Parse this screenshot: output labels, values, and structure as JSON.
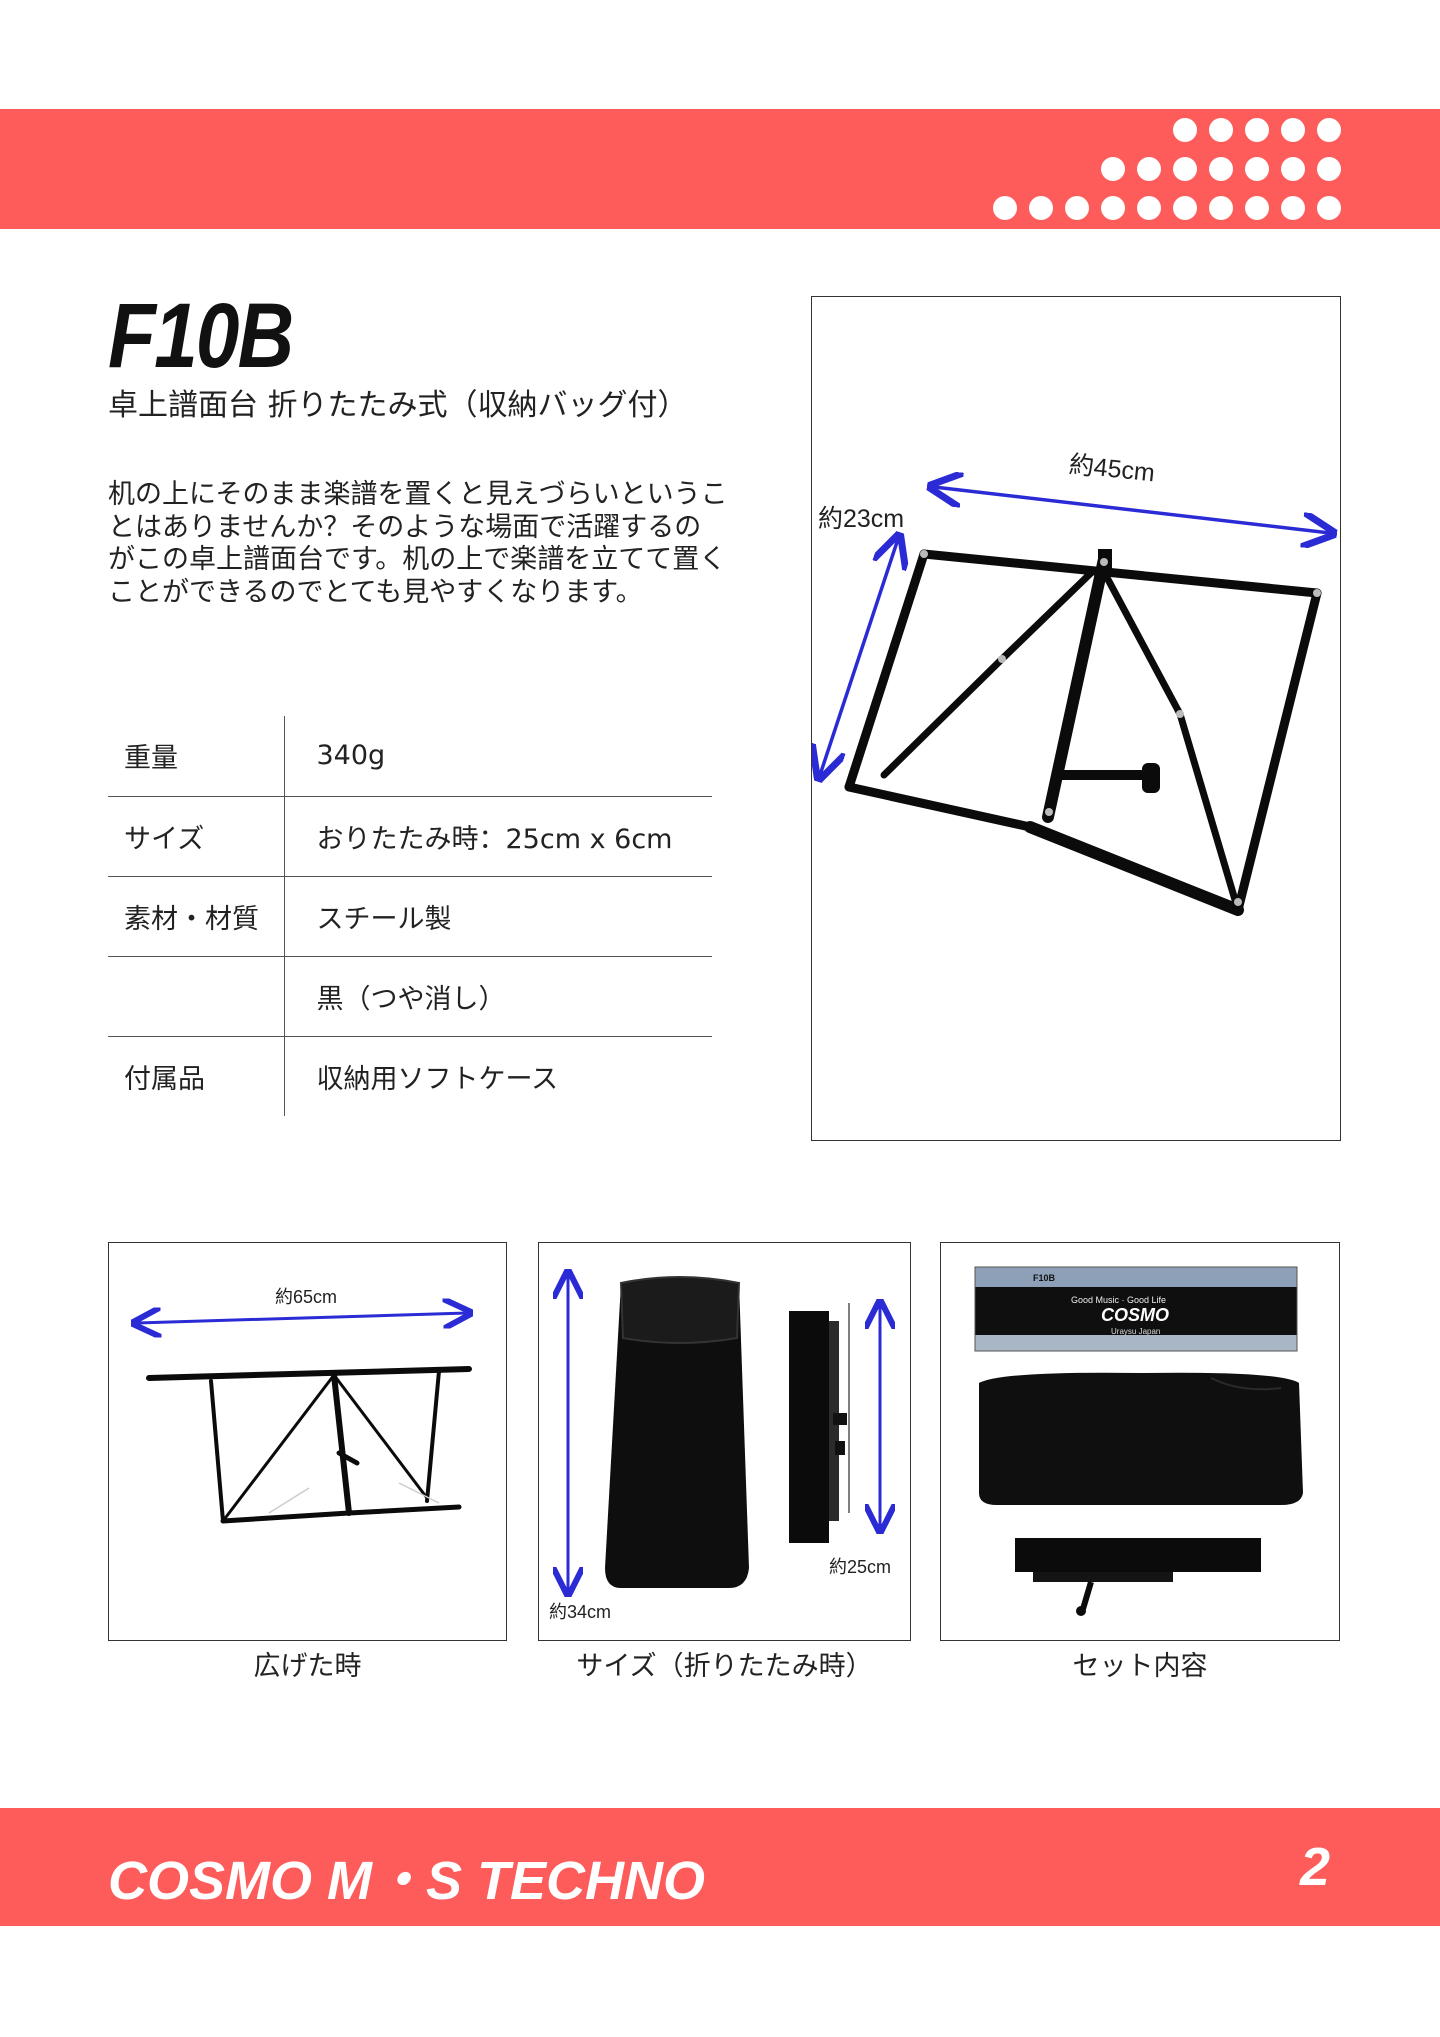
{
  "header": {
    "band_color": "#fe5b5b"
  },
  "product": {
    "model": "F10B",
    "subtitle": "卓上譜面台 折りたたみ式（収納バッグ付）",
    "description": "机の上にそのまま楽譜を置くと見えづらいということはありませんか？そのような場面で活躍するのがこの卓上譜面台です。机の上で楽譜を立てて置くことができるのでとても見やすくなります。"
  },
  "specs": [
    {
      "label": "重量",
      "value": "340g"
    },
    {
      "label": "サイズ",
      "value": "おりたたみ時：25cm x 6cm"
    },
    {
      "label": "素材・材質",
      "value": "スチール製"
    },
    {
      "label": "",
      "value": "黒（つや消し）"
    },
    {
      "label": "付属品",
      "value": "収納用ソフトケース"
    }
  ],
  "main_photo": {
    "width_label": "約45cm",
    "height_label": "約23cm"
  },
  "thumbnails": [
    {
      "caption": "広げた時",
      "dim_label": "約65cm"
    },
    {
      "caption": "サイズ（折りたたみ時）",
      "dim_label_a": "約34cm",
      "dim_label_b": "約25cm"
    },
    {
      "caption": "セット内容",
      "box_brand": "COSMO",
      "box_tag": "F10B",
      "box_tagline": "Good Music · Good Life",
      "box_origin": "Uraysu Japan"
    }
  ],
  "footer": {
    "brand": "COSMO M・S TECHNO",
    "page": "2"
  },
  "colors": {
    "accent": "#fe5b5b",
    "arrow": "#2b2bd6"
  }
}
